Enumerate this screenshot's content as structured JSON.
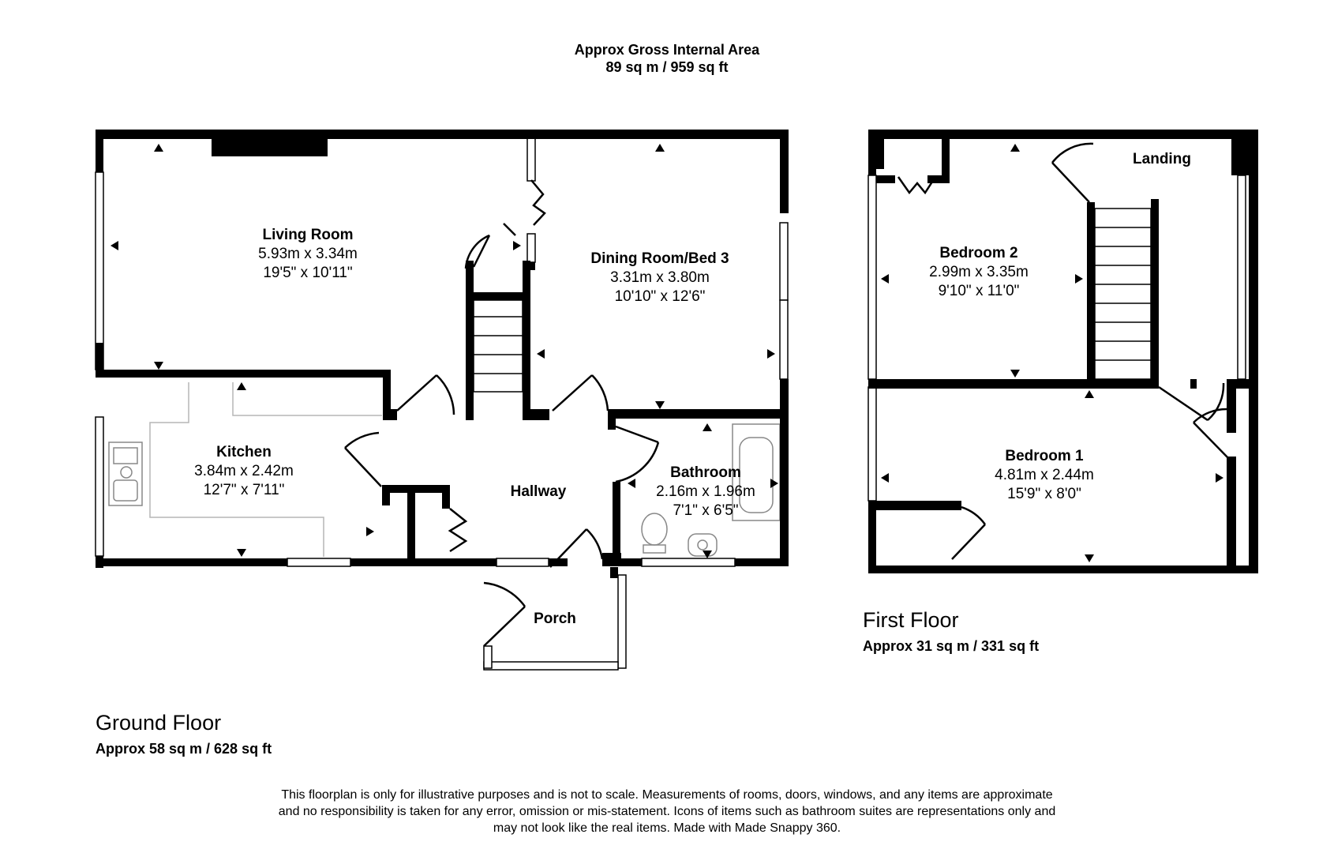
{
  "header": {
    "line1": "Approx Gross Internal Area",
    "line2": "89 sq m / 959 sq ft"
  },
  "ground_floor": {
    "title": "Ground Floor",
    "area": "Approx 58 sq m / 628 sq ft",
    "rooms": {
      "living_room": {
        "name": "Living Room",
        "metric": "5.93m x 3.34m",
        "imperial": "19'5\" x 10'11\""
      },
      "dining_room": {
        "name": "Dining Room/Bed 3",
        "metric": "3.31m x 3.80m",
        "imperial": "10'10\" x 12'6\""
      },
      "kitchen": {
        "name": "Kitchen",
        "metric": "3.84m x 2.42m",
        "imperial": "12'7\" x 7'11\""
      },
      "hallway": {
        "name": "Hallway"
      },
      "bathroom": {
        "name": "Bathroom",
        "metric": "2.16m x 1.96m",
        "imperial": "7'1\" x 6'5\""
      },
      "porch": {
        "name": "Porch"
      }
    }
  },
  "first_floor": {
    "title": "First Floor",
    "area": "Approx 31 sq m / 331 sq ft",
    "rooms": {
      "bedroom_2": {
        "name": "Bedroom 2",
        "metric": "2.99m x 3.35m",
        "imperial": "9'10\" x 11'0\""
      },
      "landing": {
        "name": "Landing"
      },
      "bedroom_1": {
        "name": "Bedroom 1",
        "metric": "4.81m x 2.44m",
        "imperial": "15'9\" x 8'0\""
      }
    }
  },
  "disclaimer": {
    "line1": "This floorplan is only for illustrative purposes and is not to scale. Measurements of rooms, doors, windows, and any items are approximate",
    "line2": "and no responsibility is taken for any error, omission or mis-statement. Icons of items such as bathroom suites are representations only and",
    "line3": "may not look like the real items. Made with Made Snappy 360."
  },
  "colors": {
    "wall": "#000000",
    "fixture": "#b5b5b5",
    "background": "#ffffff"
  }
}
